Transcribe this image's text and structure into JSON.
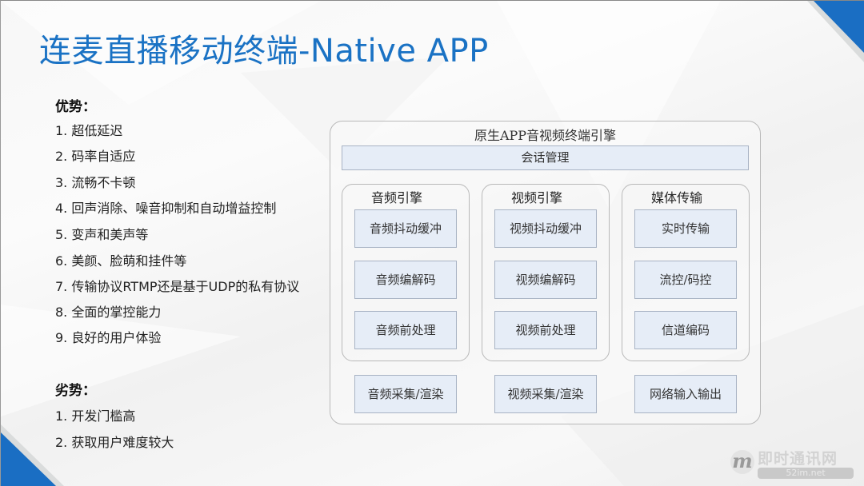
{
  "slide": {
    "title": "连麦直播移动终端-Native APP",
    "accent_color": "#1a72c4",
    "advantages": {
      "heading": "优势：",
      "items": [
        "1. 超低延迟",
        "2. 码率自适应",
        "3. 流畅不卡顿",
        "4. 回声消除、噪音抑制和自动增益控制",
        "5. 变声和美声等",
        "6. 美颜、脸萌和挂件等",
        "7. 传输协议RTMP还是基于UDP的私有协议",
        "8. 全面的掌控能力",
        "9. 良好的用户体验"
      ]
    },
    "disadvantages": {
      "heading": "劣势：",
      "items": [
        "1. 开发门槛高",
        "2. 获取用户难度较大"
      ]
    }
  },
  "diagram": {
    "title": "原生APP音视频终端引擎",
    "session": "会话管理",
    "box_color": "#e6edf7",
    "groups": [
      {
        "title": "音频引擎",
        "boxes": [
          "音频抖动缓冲",
          "音频编解码",
          "音频前处理"
        ],
        "bottom": "音频采集/渲染"
      },
      {
        "title": "视频引擎",
        "boxes": [
          "视频抖动缓冲",
          "视频编解码",
          "视频前处理"
        ],
        "bottom": "视频采集/渲染"
      },
      {
        "title": "媒体传输",
        "boxes": [
          "实时传输",
          "流控/码控",
          "信道编码"
        ],
        "bottom": "网络输入输出"
      }
    ]
  },
  "watermark": {
    "logo_letter": "m",
    "name": "即时通讯网",
    "url": "52im.net"
  }
}
